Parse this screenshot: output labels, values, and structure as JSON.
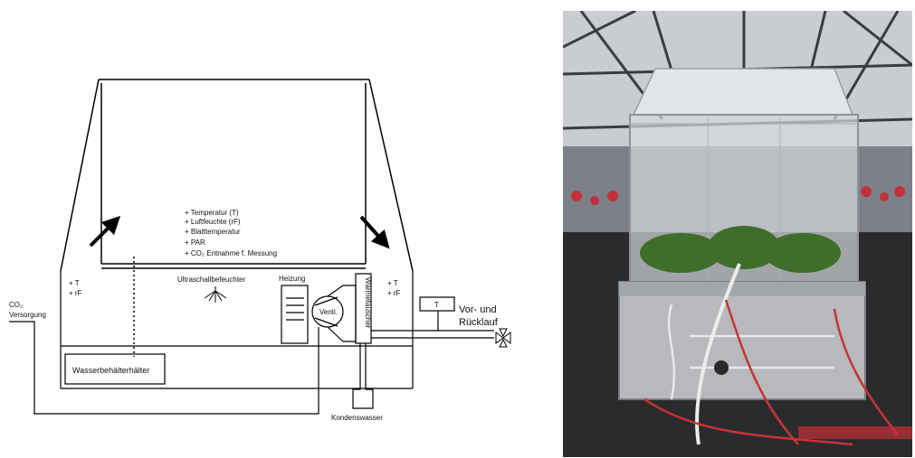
{
  "diagram": {
    "sensor_list": [
      "+ Temperatur (T)",
      "+ Luftfeuchte (rF)",
      "+ Blatttemperatur",
      "+ PAR",
      "+ CO₂ Entnahme f. Messung"
    ],
    "left_sensor_t": "+ T",
    "left_sensor_rf": "+ rF",
    "right_sensor_t": "+ T",
    "right_sensor_rf": "+ rF",
    "co2_line1": "CO₂",
    "co2_line2": "Versorgung",
    "humidifier": "Ultraschallbefeuchter",
    "heating": "Heizung",
    "fan": "Venti.",
    "heat_exchanger": "Wärmetauscher",
    "thermometer": "T",
    "flow_line1": "Vor- und",
    "flow_line2": "Rücklauf",
    "water_tank": "Wasserbehälterhälter",
    "condensate": "Kondenswasser"
  },
  "photo": {
    "colors": {
      "sky": "#c9ccd0",
      "frame": "#3a3c40",
      "chamber_base": "#b7b9bc",
      "plants": "#3e6e2a",
      "floor": "#2b2b2e",
      "red_flowers": "#c4303a"
    }
  }
}
